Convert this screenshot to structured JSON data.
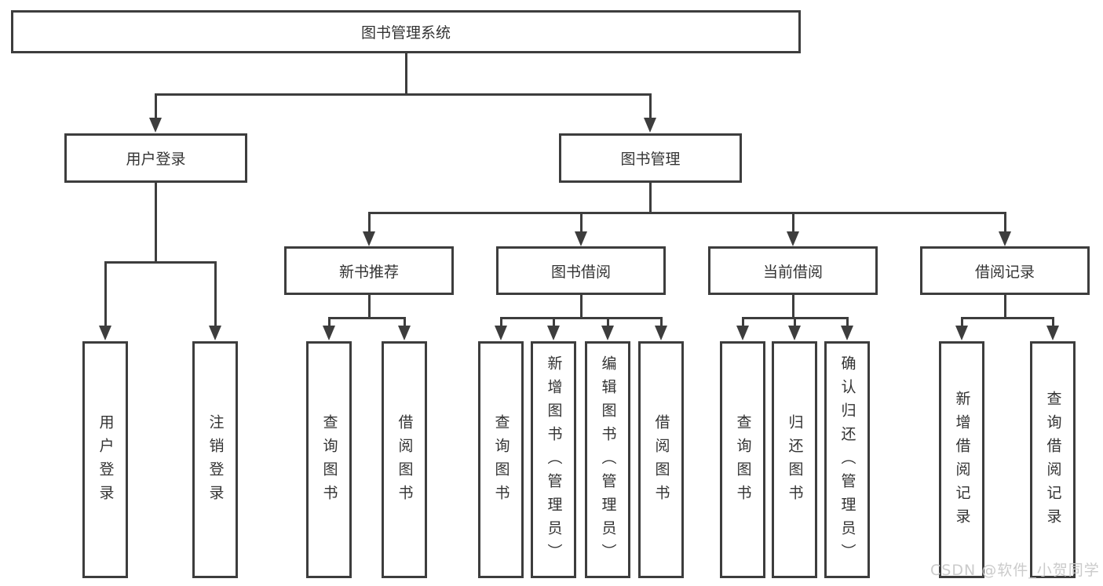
{
  "diagram": {
    "root": {
      "label": "图书管理系统"
    },
    "level2": {
      "user_login": {
        "label": "用户登录"
      },
      "book_management": {
        "label": "图书管理"
      }
    },
    "level3": {
      "new_books": {
        "label": "新书推荐"
      },
      "book_borrow": {
        "label": "图书借阅"
      },
      "current_borrow": {
        "label": "当前借阅"
      },
      "borrow_records": {
        "label": "借阅记录"
      }
    },
    "leaves": {
      "user_login": [
        "用户登录",
        "注销登录"
      ],
      "new_books": [
        "查询图书",
        "借阅图书"
      ],
      "book_borrow": [
        "查询图书",
        "新增图书（管理员）",
        "编辑图书（管理员）",
        "借阅图书"
      ],
      "current_borrow": [
        "查询图书",
        "归还图书",
        "确认归还（管理员）"
      ],
      "borrow_records": [
        "新增借阅记录",
        "查询借阅记录"
      ]
    },
    "watermark": "CSDN @软件_小贺同学",
    "colors": {
      "line": "#3d3d3d",
      "text": "#333333",
      "watermark": "#cbcbcb",
      "background": "#ffffff"
    }
  }
}
